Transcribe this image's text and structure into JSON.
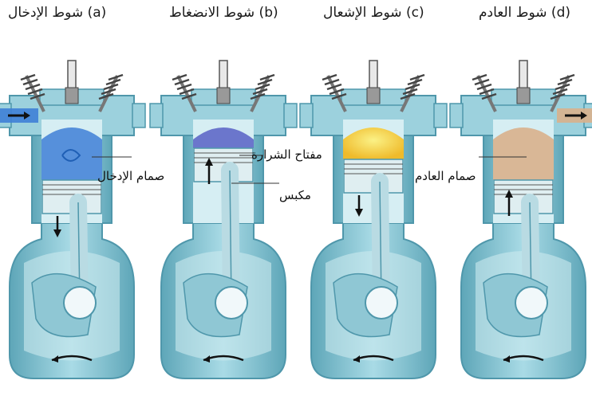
{
  "strokes": [
    {
      "title": "(a) شوط الإدخال",
      "gas_color": "#3f7fd6"
    },
    {
      "title": "(b) شوط الانضغاط",
      "gas_color": "#5f68c8"
    },
    {
      "title": "(c) شوط الإشعال",
      "gas_color": "#f6c21c"
    },
    {
      "title": "(d) شوط العادم",
      "gas_color": "#d9b08c"
    }
  ],
  "labels": {
    "intake_valve": "صمام الإدخال",
    "spark_plug": "مفتاح الشرارة",
    "piston": "مكبس",
    "exhaust_valve": "صمام العادم"
  },
  "colors": {
    "block": "#9cd1dd",
    "block_dark": "#4f97ab",
    "piston": "#dfeef1",
    "arrow": "#111111"
  }
}
